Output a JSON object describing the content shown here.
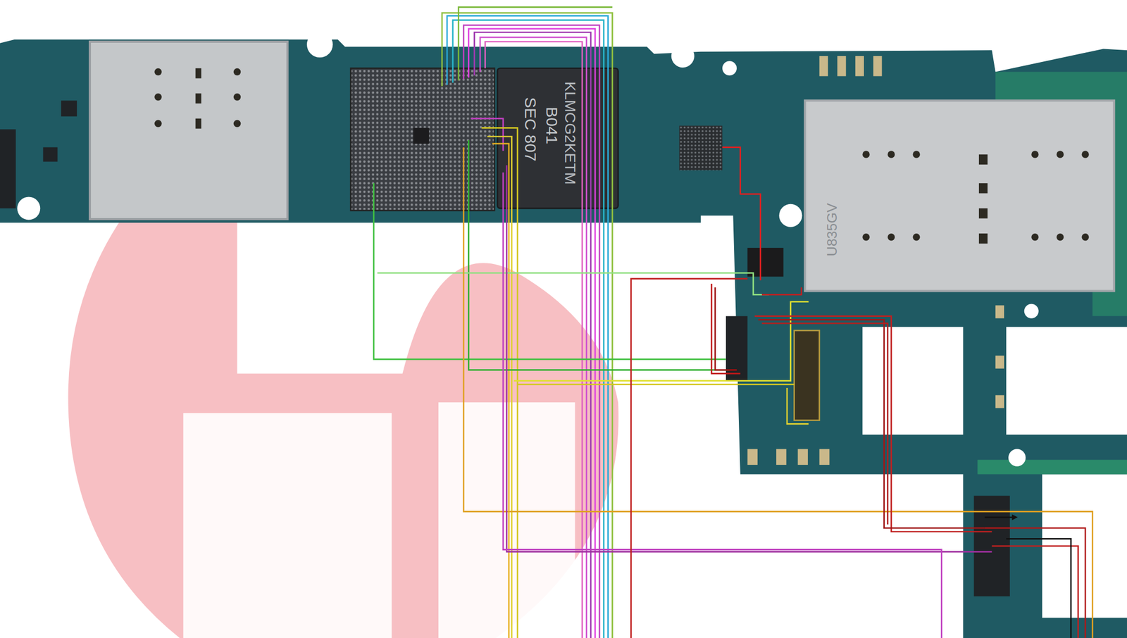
{
  "diagram": {
    "labels": [
      "SEC 807",
      "B041",
      "KLMCG2KETM",
      "U835GV"
    ]
  }
}
